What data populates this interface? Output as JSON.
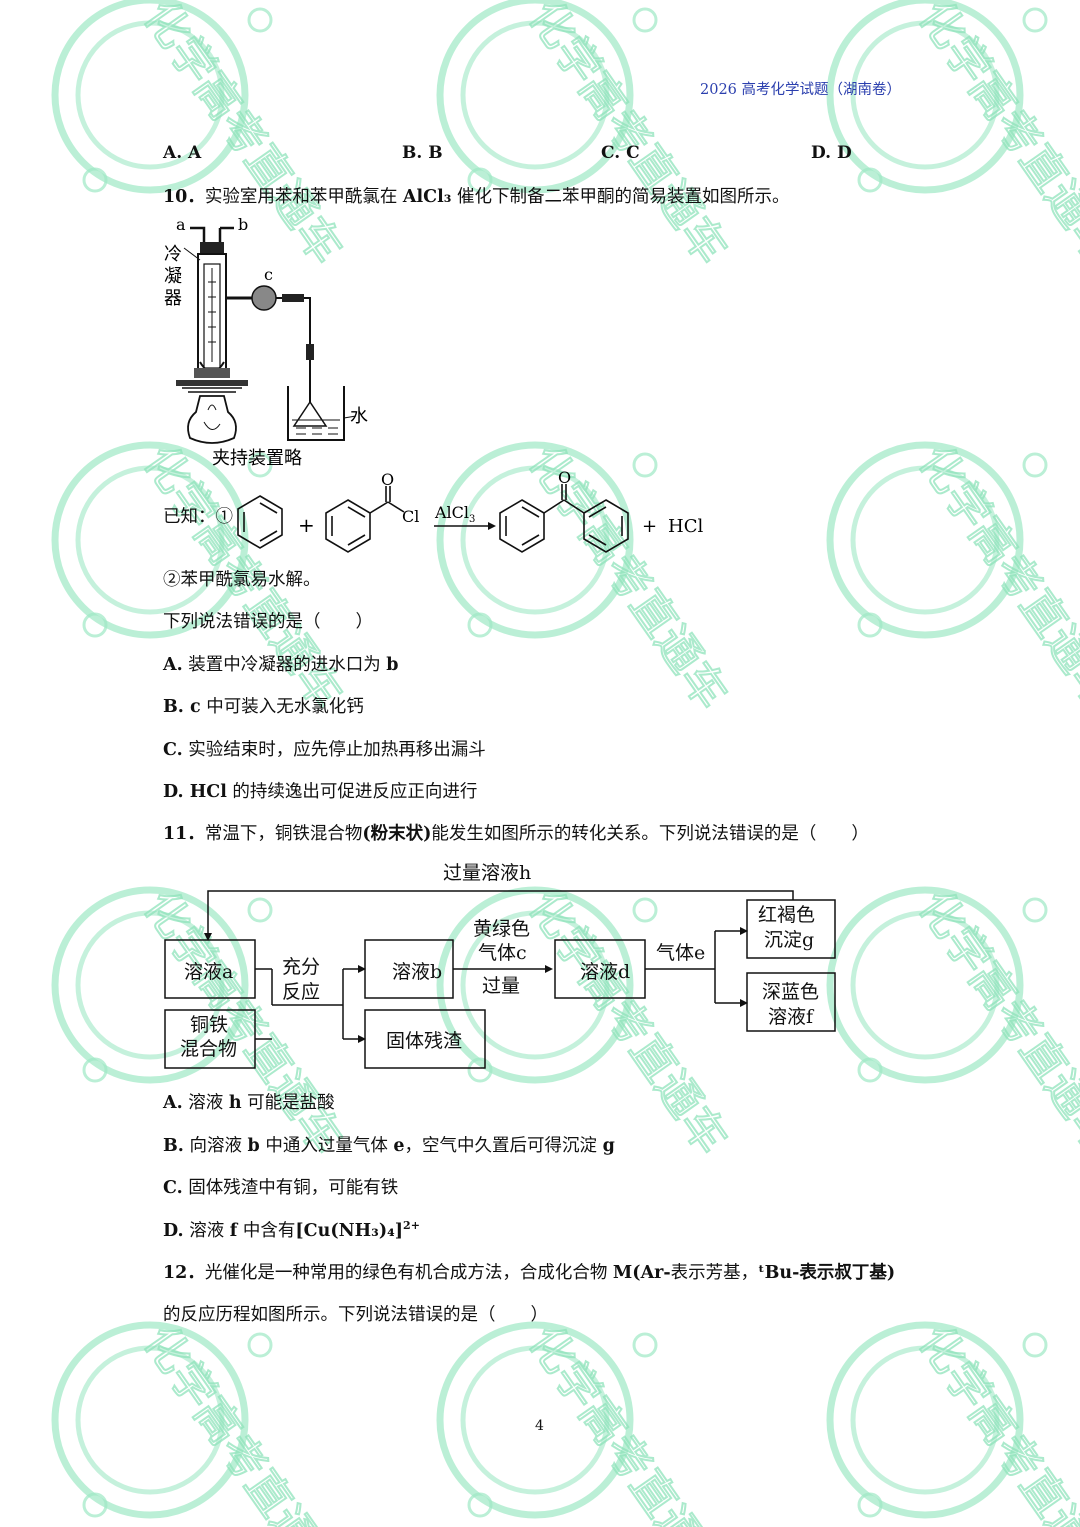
{
  "header": {
    "title": "2026 高考化学试题（湖南卷）"
  },
  "q9_options": [
    "A. A",
    "B. B",
    "C. C",
    "D. D"
  ],
  "q10": {
    "stem_num": "10．",
    "stem_text": "实验室用苯和苯甲酰氯在 ",
    "stem_bold": "AlCl₃",
    "stem_rest": " 催化下制备二苯甲酮的简易装置如图所示。",
    "apparatus": {
      "label_a": "a",
      "label_b": "b",
      "label_c": "c",
      "condenser_label": [
        "冷",
        "凝",
        "器"
      ],
      "water_label": "水",
      "caption": "夹持装置略"
    },
    "known_prefix": "已知：①",
    "reaction": {
      "o_label": "O",
      "cl_label": "Cl",
      "catalyst": "AlCl",
      "catalyst_sub": "3",
      "plus": "+",
      "product_o": "O",
      "hcl": "HCl"
    },
    "known2": "②苯甲酰氯易水解。",
    "question": "下列说法错误的是（　　）",
    "options": [
      {
        "label": "A.",
        "text": " 装置中冷凝器的进水口为 ",
        "bold_tail": "b"
      },
      {
        "label": "B. c",
        "text": " 中可装入无水氯化钙",
        "bold_tail": ""
      },
      {
        "label": "C.",
        "text": " 实验结束时，应先停止加热再移出漏斗",
        "bold_tail": ""
      },
      {
        "label": "D. HCl",
        "text": " 的持续逸出可促进反应正向进行",
        "bold_tail": ""
      }
    ]
  },
  "q11": {
    "stem_num": "11．",
    "stem_text": "常温下，铜铁混合物",
    "stem_bold": "(粉末状)",
    "stem_rest": "能发生如图所示的转化关系。下列说法错误的是（　　）",
    "flow": {
      "top_label": "过量溶液h",
      "solution_a": "溶液a",
      "mixture": [
        "铜铁",
        "混合物"
      ],
      "react": [
        "充分",
        "反应"
      ],
      "solution_b": "溶液b",
      "residue": "固体残渣",
      "gas_c": [
        "黄绿色",
        "气体c"
      ],
      "excess": "过量",
      "solution_d": "溶液d",
      "gas_e": "气体e",
      "precip_g": [
        "红褐色",
        "沉淀g"
      ],
      "solution_f": [
        "深蓝色",
        "溶液f"
      ]
    },
    "options": [
      {
        "label": "A.",
        "text": " 溶液 ",
        "bold": "h",
        "rest": " 可能是盐酸"
      },
      {
        "label": "B.",
        "text": " 向溶液 ",
        "bold": "b",
        "rest": " 中通入过量气体 ",
        "bold2": "e",
        "rest2": "，空气中久置后可得沉淀 ",
        "bold3": "g"
      },
      {
        "label": "C.",
        "text": " 固体残渣中有铜，可能有铁",
        "bold": "",
        "rest": ""
      },
      {
        "label": "D.",
        "text": " 溶液 ",
        "bold": "f",
        "rest": " 中含有",
        "bold2": "[Cu(NH₃)₄]",
        "sup": "2+"
      }
    ]
  },
  "q12": {
    "stem_num": "12．",
    "line1_text": "光催化是一种常用的绿色有机合成方法，合成化合物 ",
    "line1_bold": "M(Ar-",
    "line1_mid": "表示芳基，",
    "line1_bold2": "ᵗBu-",
    "line1_end": "表示叔丁基)",
    "line2": "的反应历程如图所示。下列说法错误的是（　　）"
  },
  "page_number": "4",
  "watermark": {
    "text": "化学高考直通车",
    "color": "#7fe0b0"
  }
}
